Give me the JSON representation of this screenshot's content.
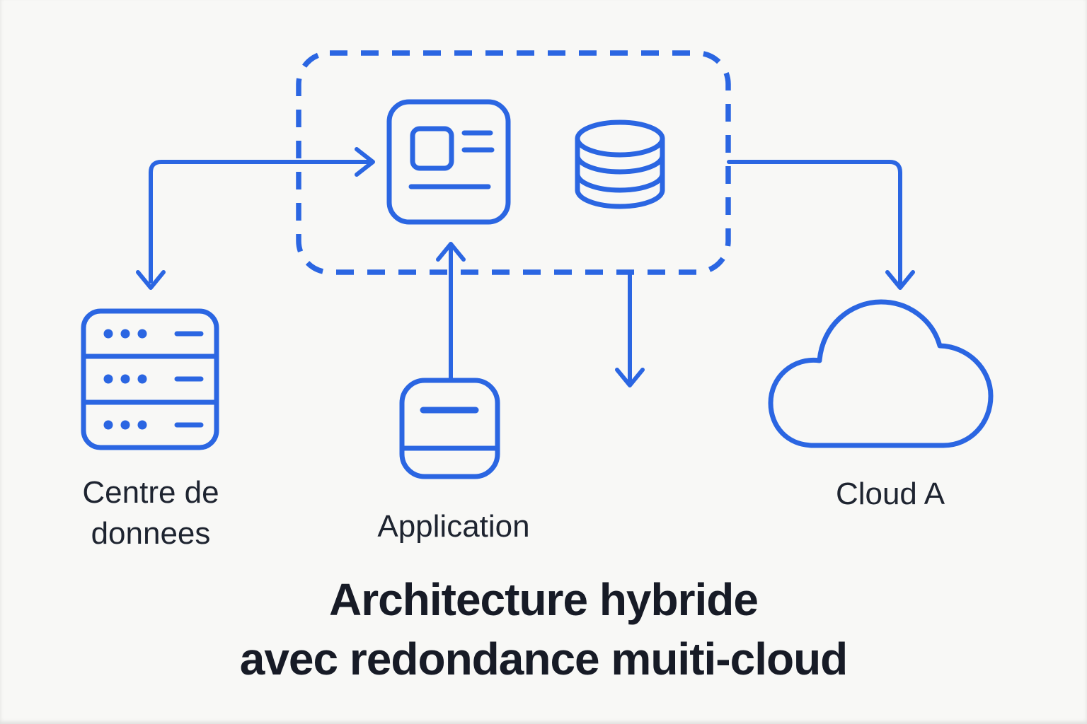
{
  "title": "Architecture hybride\navec redondance muiti-cloud",
  "nodes": {
    "hybrid_zone": {
      "icon_box": "dashed-boundary-box",
      "icons": [
        "app-window-icon",
        "database-icon"
      ]
    },
    "datacenter": {
      "label": "Centre de\ndonnees",
      "icon": "server-rack-icon"
    },
    "application": {
      "label": "Application",
      "icon": "app-module-icon"
    },
    "cloud": {
      "label": "Cloud A",
      "icon": "cloud-icon"
    }
  },
  "connections": [
    {
      "id": "arrow-into-app-window",
      "direction": "right",
      "style": "elbow"
    },
    {
      "id": "arrow-down-to-datacenter",
      "direction": "down",
      "style": "elbow"
    },
    {
      "id": "arrow-up-from-application",
      "direction": "up",
      "style": "straight"
    },
    {
      "id": "arrow-down-from-zone",
      "direction": "down",
      "style": "straight"
    },
    {
      "id": "arrow-down-to-cloud",
      "direction": "down",
      "style": "elbow"
    }
  ],
  "colors": {
    "accent": "#2b66e2",
    "text_dark": "#1e2430",
    "title_color": "#171b26",
    "background": "#f8f8f6"
  }
}
